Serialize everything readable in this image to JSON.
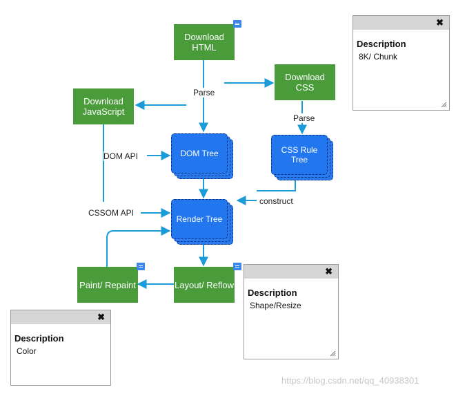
{
  "nodes": {
    "download_html": "Download HTML",
    "download_css": "Download CSS",
    "download_js": "Download JavaScript",
    "dom_tree": "DOM Tree",
    "cssom_tree": "CSS Rule Tree",
    "render_tree": "Render Tree",
    "layout": "Layout/ Reflow",
    "paint": "Paint/ Repaint"
  },
  "edge_labels": {
    "parse_html": "Parse",
    "parse_css": "Parse",
    "dom_api": "DOM API",
    "cssom_api": "CSSOM API",
    "construct": "construct"
  },
  "panels": {
    "html": {
      "title": "Description",
      "body": "8K/ Chunk",
      "close": "✖"
    },
    "layout": {
      "title": "Description",
      "body": "Shape/Resize",
      "close": "✖"
    },
    "paint": {
      "title": "Description",
      "body": "Color",
      "close": "✖"
    }
  },
  "watermark": "https://blog.csdn.net/qq_40938301",
  "colors": {
    "process": "#4a9c3b",
    "tree": "#2277ef",
    "arrow": "#1b9bd7"
  }
}
